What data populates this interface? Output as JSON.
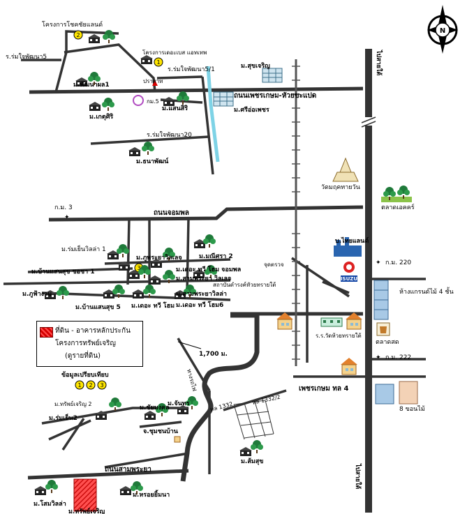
{
  "compass": {
    "letter": "N"
  },
  "legend": {
    "line1": "ที่ดิน - อาคารหลักประกัน",
    "line2": "โครงการทรัพย์เจริญ",
    "line3": "(ดูรายที่ดิน)",
    "swatch_color": "#e02020"
  },
  "comparison": {
    "title": "ข้อมูลเปรียบเทียบ",
    "markers": [
      "1",
      "2",
      "3"
    ]
  },
  "distance": "1,700 ม.",
  "roads": {
    "main_highway_top": "ไปสายใต้",
    "main_highway_bottom": "ไปสายใต้",
    "phetkasem": "ถนนเพชรเกษม-หัวยขะแปด",
    "jompol": "ถนนจอมพล",
    "sampraya": "ถนนสามพระยา",
    "phetkasem_4": "เพชรเกษม ทล 4",
    "soi_1332": "ทล 1332",
    "soi_1332b": "ทล 1332/2",
    "rom_5": "ร.ร่มใจพัฒนา5",
    "rom_5_1": "ร.ร่มใจพัฒนา5/1",
    "rom_20": "ร.ร่มใจพัฒนา20",
    "railway": "ทางรถไฟ"
  },
  "km": {
    "k3": "ก.ม. 3",
    "k220": "ก.ม. 220",
    "k222": "ก.ม. 222"
  },
  "places": {
    "chai": "โครงการโชคชัยแลนด์",
    "baan_ek": "โครงการเดอะเบส แอทเทพ",
    "sukcharoen": "ม.สุขเจริญ",
    "phet1": "ม.พัฒนาผล1",
    "prasat": "ปราสาท",
    "km5": "กม.5",
    "sanesri": "ม.แสนสิริ",
    "klaosri": "ม.เกตุศิริ",
    "sriphet": "ม.ศรีอ่อเพชร",
    "tanaphan": "ม.ธนาพัฒน์",
    "wat": "วัดมฤคทายวัน",
    "wanakorn": "ตลาดเอคคร์",
    "pbplan": "บ.ไทยแลนด์",
    "isuzu": "ISUZU",
    "warehouse": "ห้างแกรนด์ไม้ 4 ชั้น",
    "rom_villa": "ม.ร่มเย็นวิลล่า 1",
    "baan_ua": "ม.บ้านแสนสุข ขอชา 1",
    "phu1": "ม.ภูพระยาวิลเลจ",
    "manisa": "ม.มณีศรา 2",
    "ke1": "ม.เดอะ ทวี โฮม จอมพล",
    "sam_villa": "ม.สามพระยา วิลเลจ",
    "ke2": "ม.สามพระยาวิลล่า",
    "phuphan": "ม.ภูฟ้างาม",
    "baan_sukh": "ม.บ้านแสนสุข 5",
    "ke_home": "ม.เดอะ ทวี โฮม",
    "ke_home6": "ม.เดอะ ทวี โฮม6",
    "hall": "จุดตรวจ",
    "sale": "สถาบันดำรงค์หัวยทรายใต้",
    "nimit": "ร.ร.วัดห้วยทรายใต้",
    "market": "ตลาดสด",
    "apartments": "8 ขอนไม้",
    "tharasak": "ม.ทรัพย์เจริญ 2",
    "sm_yen": "ม.ร่มเย็น2",
    "chaiyamongkol": "ม.ชัยมงคล",
    "chan": "ม.จันทร",
    "chaiban": "จ.ชุมชนบ้าน",
    "sanitai": "ม.ส้มสุข",
    "somwilla": "ม.โสมวิลล่า",
    "tharasak2": "ม.ทรัพย์เจริญ",
    "mophan": "ม.หรอยยิ้มนา"
  },
  "colors": {
    "road": "#333333",
    "canal": "#7ed3e6",
    "rail": "#555555",
    "tree": "#1f7a3a"
  }
}
